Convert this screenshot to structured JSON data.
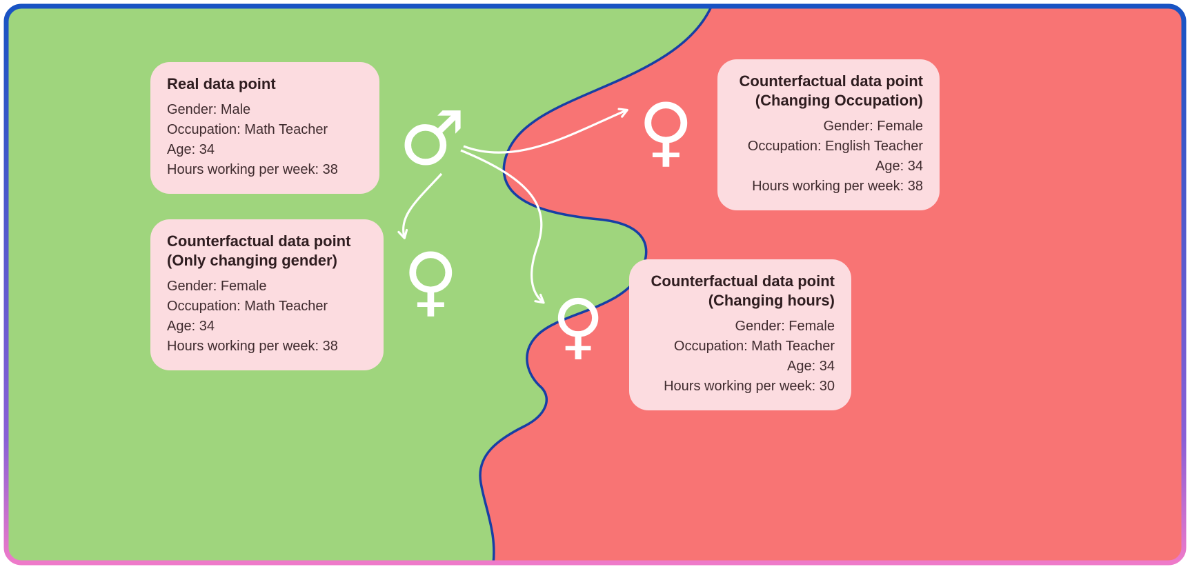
{
  "colors": {
    "green_region": "#9fd57d",
    "red_region": "#f87474",
    "card_bg": "#fcdce0",
    "card_title_text": "#2f1d20",
    "card_body_text": "#3f2b2e",
    "boundary_stroke": "#173fa5",
    "border_top": "#1853c3",
    "border_mid": "#8a5fd6",
    "border_bottom": "#ee7ac9",
    "arrow": "#ffffff",
    "symbol": "#ffffff"
  },
  "symbols": {
    "male": "♂",
    "female": "♀"
  },
  "cards": [
    {
      "title": "Real data point",
      "fields": [
        "Gender: Male",
        "Occupation: Math Teacher",
        "Age: 34",
        "Hours working per week: 38"
      ]
    },
    {
      "title": "Counterfactual data point (Only changing gender)",
      "fields": [
        "Gender: Female",
        "Occupation: Math Teacher",
        "Age: 34",
        "Hours working per week: 38"
      ]
    },
    {
      "title": "Counterfactual data point (Changing Occupation)",
      "fields": [
        "Gender: Female",
        "Occupation: English Teacher",
        "Age: 34",
        "Hours working per week: 38"
      ]
    },
    {
      "title": "Counterfactual data point (Changing hours)",
      "fields": [
        "Gender: Female",
        "Occupation: Math Teacher",
        "Age: 34",
        "Hours working per week: 30"
      ]
    }
  ]
}
